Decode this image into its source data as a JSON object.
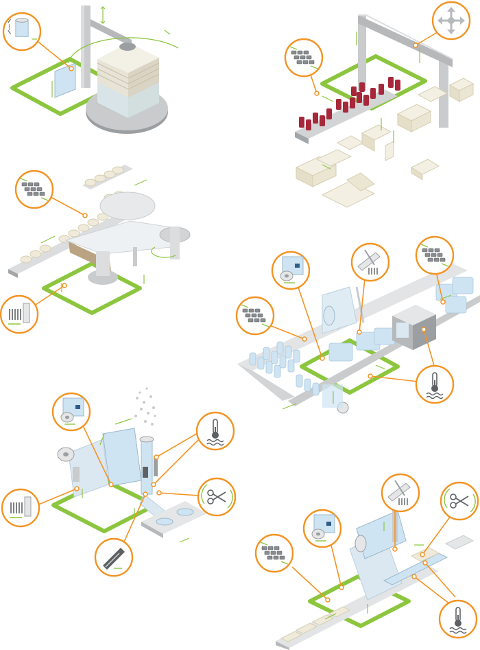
{
  "colors": {
    "accent_orange": "#f39322",
    "accent_green": "#8cc63f",
    "machine_gray": "#c9cbcc",
    "machine_gray_dark": "#9c9fa1",
    "film_blue": "#cfe4f2",
    "carton_beige": "#efeada",
    "bottle_red": "#a6283a",
    "background": "#ffffff"
  },
  "scenes": [
    {
      "id": "stretch-wrapper-pallet",
      "callout_icons": [
        "film-roll-icon"
      ]
    },
    {
      "id": "case-packer-gantry",
      "callout_icons": [
        "bottle-group-icon",
        "four-way-arrows-icon"
      ]
    },
    {
      "id": "carousel-bottle-labeler",
      "callout_icons": [
        "bottle-group-icon",
        "spring-icon"
      ]
    },
    {
      "id": "shrink-sleeve-tunnel",
      "callout_icons": [
        "film-roll-icon",
        "pressure-roller-icon",
        "bottle-group-icon",
        "thermometer-icon"
      ]
    },
    {
      "id": "vertical-form-fill-seal",
      "callout_icons": [
        "film-roll-icon",
        "thermometer-icon",
        "scissors-icon",
        "spring-icon",
        "blade-icon"
      ]
    },
    {
      "id": "horizontal-flow-wrapper",
      "callout_icons": [
        "pressure-roller-icon",
        "scissors-icon",
        "film-roll-icon",
        "bottle-group-icon",
        "thermometer-icon"
      ]
    }
  ]
}
